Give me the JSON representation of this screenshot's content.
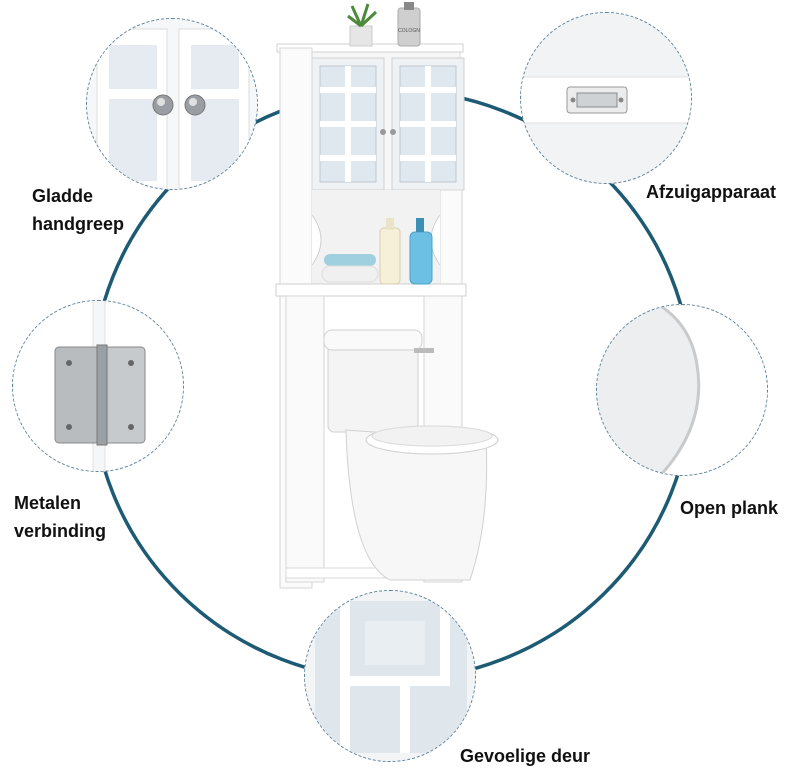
{
  "labels": {
    "smooth_handle": [
      "Gladde",
      "handgreep"
    ],
    "magnetic_catch": "Afzuigapparaat",
    "metal_hinge": [
      "Metalen",
      "verbinding"
    ],
    "open_shelf": "Open plank",
    "sensitive_door": "Gevoelige deur"
  },
  "colors": {
    "connector_ring": "#1d5a73",
    "callout_border": "#5a7f95",
    "cabinet_white": "#ffffff",
    "text": "#111111"
  },
  "icons": {
    "bottle_label": "COLOGN"
  }
}
